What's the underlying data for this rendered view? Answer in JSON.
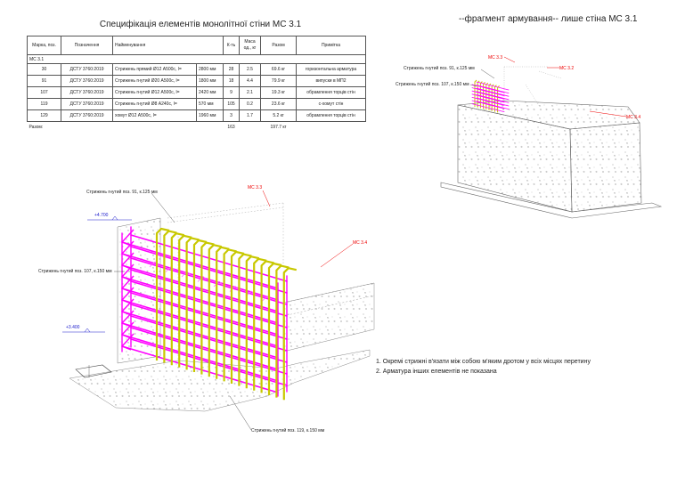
{
  "spec": {
    "title": "Специфікація елементів монолітної стіни МС 3.1",
    "headers": [
      "Марка, поз.",
      "Позначення",
      "Найменування",
      "",
      "К-ть",
      "Маса од., кг",
      "Разом",
      "Примітка"
    ],
    "group": "МС 3.1",
    "rows": [
      [
        "30",
        "ДСТУ 3760:2019",
        "Стрижень прямий Ø12 А500с, l=",
        "2800 мм",
        "28",
        "2.5",
        "69.6 кг",
        "горизонтальна арматура"
      ],
      [
        "91",
        "ДСТУ 3760:2019",
        "Стрижень гнутий Ø20 А500с, l=",
        "1800 мм",
        "18",
        "4.4",
        "79.9 кг",
        "випуски в МП2"
      ],
      [
        "107",
        "ДСТУ 3760:2019",
        "Стрижень гнутий Ø12 А500с, l=",
        "2420 мм",
        "9",
        "2.1",
        "19.3 кг",
        "обрамлення торців стін"
      ],
      [
        "119",
        "ДСТУ 3760:2019",
        "Стрижень гнутий Ø8 А240с, l=",
        "570 мм",
        "105",
        "0.2",
        "23.6 кг",
        "с-хомут стін"
      ],
      [
        "129",
        "ДСТУ 3760:2019",
        "хомут Ø12 А500с, l=",
        "1960 мм",
        "3",
        "1.7",
        "5.2 кг",
        "обрамлення торців стін"
      ]
    ],
    "total_label": "Разом:",
    "total_count": "163",
    "total_mass": "197.7 кг"
  },
  "fragment_title": "--фрагмент армування-- лише стіна МС 3.1",
  "small_view": {
    "label_mc33": "МС 3.3",
    "label_mc32": "МС 3.2",
    "label_mc34": "МС 3.4",
    "label_pos91": "Стрижень гнутий  поз. 91,  к.125 мм",
    "label_pos107": "Стрижень гнутий  поз. 107,  к.150 мм"
  },
  "main_view": {
    "label_pos91": "Стрижень гнутий  поз. 91,  к.125 мм",
    "label_pos107": "Стрижень гнутий  поз. 107,  к.150 мм",
    "label_pos119": "Стрижень гнутий  поз. 119,  к.150 мм",
    "label_mc33": "МС 3.3",
    "label_mc34": "МС 3.4",
    "level_top": "+4.700",
    "level_bottom": "+3.400"
  },
  "notes": [
    "1. Окремі стрижні в'язати між собою м'яким дротом у всіх місцях перетину",
    "2. Арматура інших елементів не показана"
  ],
  "colors": {
    "rebar_magenta": "#ff00ff",
    "rebar_yellow": "#c8c800",
    "callout_red": "#e00000",
    "level_blue": "#1a1acc"
  }
}
